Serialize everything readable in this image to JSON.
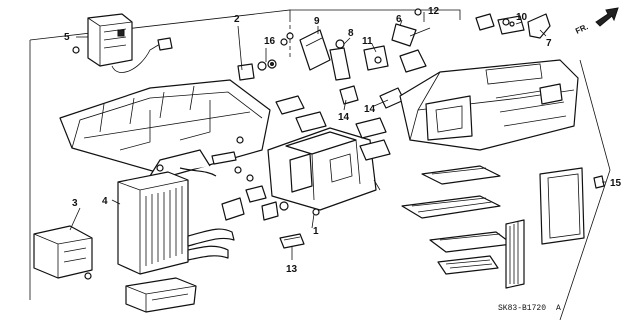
{
  "callouts": {
    "p1": "1",
    "p2": "2",
    "p3": "3",
    "p4": "4",
    "p5": "5",
    "p6": "6",
    "p7": "7",
    "p8": "8",
    "p9": "9",
    "p10": "10",
    "p11": "11",
    "p12": "12",
    "p13": "13",
    "p14a": "14",
    "p14b": "14",
    "p15": "15",
    "p16": "16"
  },
  "direction_label": "FR.",
  "diagram_code": "SK83-B1720",
  "diagram_code_suffix": "A"
}
